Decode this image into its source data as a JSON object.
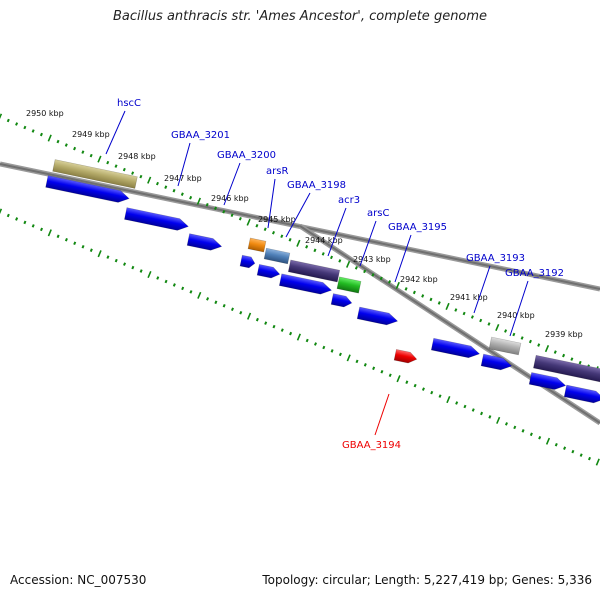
{
  "title": "Bacillus anthracis str. 'Ames Ancestor', complete genome",
  "footer": {
    "accession": "Accession: NC_007530",
    "summary": "Topology: circular; Length: 5,227,419 bp; Genes: 5,336"
  },
  "ruler": {
    "unit": "kbp",
    "ticks": [
      {
        "label": "2950 kbp",
        "kbp": 2950
      },
      {
        "label": "2949 kbp",
        "kbp": 2949
      },
      {
        "label": "2948 kbp",
        "kbp": 2948
      },
      {
        "label": "2947 kbp",
        "kbp": 2947
      },
      {
        "label": "2946 kbp",
        "kbp": 2946
      },
      {
        "label": "2945 kbp",
        "kbp": 2945
      },
      {
        "label": "2944 kbp",
        "kbp": 2944
      },
      {
        "label": "2943 kbp",
        "kbp": 2943
      },
      {
        "label": "2942 kbp",
        "kbp": 2942
      },
      {
        "label": "2941 kbp",
        "kbp": 2941
      },
      {
        "label": "2940 kbp",
        "kbp": 2940
      },
      {
        "label": "2939 kbp",
        "kbp": 2939
      }
    ]
  },
  "genes": [
    {
      "name": "hscC",
      "strand": "forward",
      "color": "#0000cc"
    },
    {
      "name": "GBAA_3201",
      "strand": "forward",
      "color": "#0000cc"
    },
    {
      "name": "GBAA_3200",
      "strand": "forward",
      "color": "#0000cc"
    },
    {
      "name": "arsR",
      "strand": "forward",
      "color": "#0000cc"
    },
    {
      "name": "GBAA_3198",
      "strand": "forward",
      "color": "#0000cc"
    },
    {
      "name": "acr3",
      "strand": "forward",
      "color": "#0000cc"
    },
    {
      "name": "arsC",
      "strand": "forward",
      "color": "#0000cc"
    },
    {
      "name": "GBAA_3195",
      "strand": "forward",
      "color": "#0000cc"
    },
    {
      "name": "GBAA_3193",
      "strand": "forward",
      "color": "#0000cc"
    },
    {
      "name": "GBAA_3192",
      "strand": "forward",
      "color": "#0000cc"
    },
    {
      "name": "GBAA_3194",
      "strand": "reverse",
      "color": "#ee0000"
    }
  ],
  "colors": {
    "forward_gene": "#0000ee",
    "reverse_gene": "#ee0000",
    "ruler_ticks": "#118811",
    "backbone": "#707070",
    "feature_olive": "#b5ab6a",
    "feature_orange": "#f08a10",
    "feature_steelblue": "#4f80b8",
    "feature_purple": "#453878",
    "feature_green": "#22bb22",
    "feature_gray": "#b0b0b0"
  }
}
